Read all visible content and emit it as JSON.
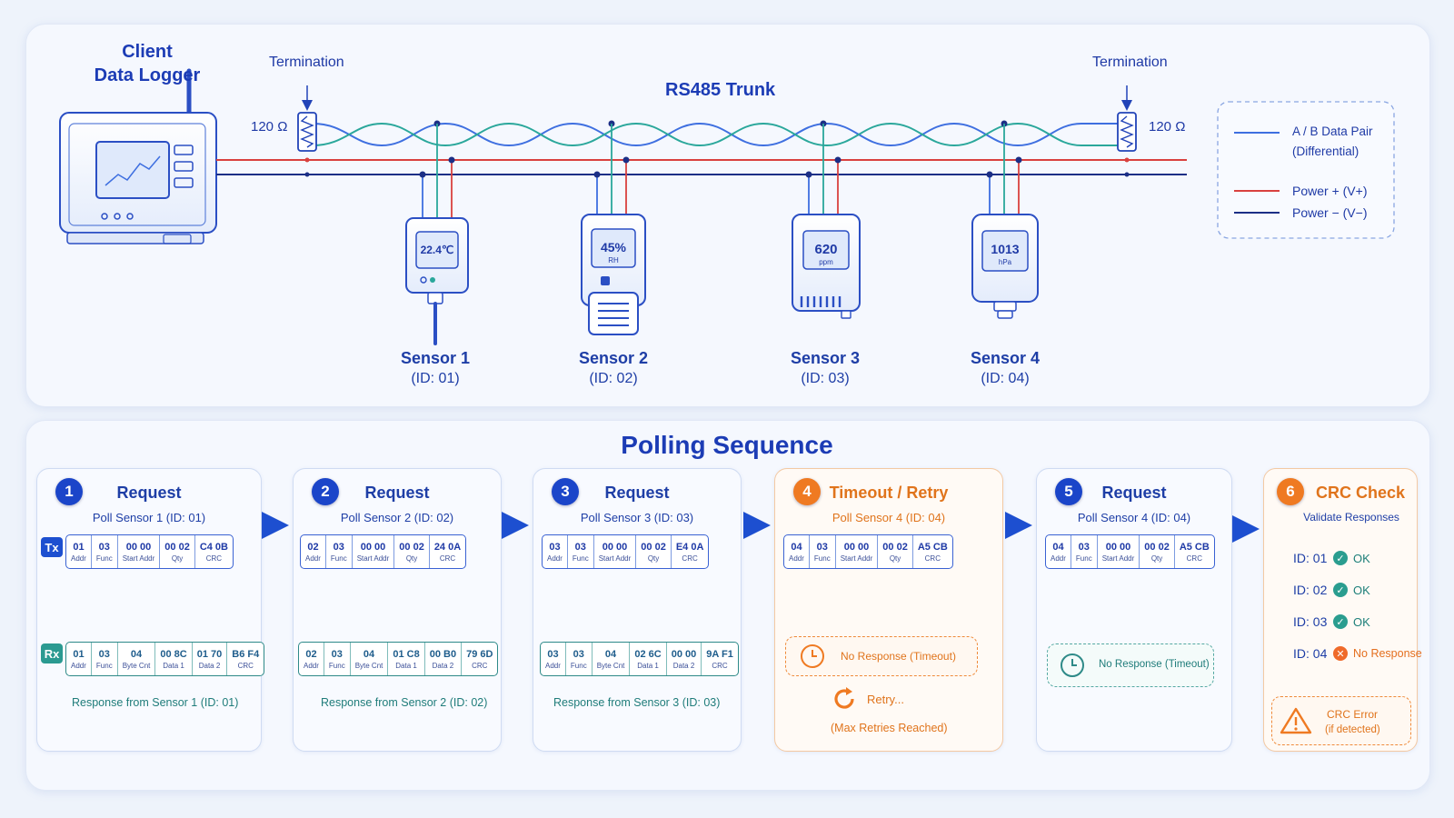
{
  "network": {
    "client_title_line1": "Client",
    "client_title_line2": "Data Logger",
    "trunk_title": "RS485 Trunk",
    "termination_label": "Termination",
    "resistor_label": "120 Ω",
    "sensors": [
      {
        "name": "Sensor 1",
        "id": "(ID: 01)",
        "display": "22.4℃",
        "unit": ""
      },
      {
        "name": "Sensor 2",
        "id": "(ID: 02)",
        "display": "45%",
        "unit": "RH"
      },
      {
        "name": "Sensor 3",
        "id": "(ID: 03)",
        "display": "620",
        "unit": "ppm"
      },
      {
        "name": "Sensor 4",
        "id": "(ID: 04)",
        "display": "1013",
        "unit": "hPa"
      }
    ]
  },
  "legend": {
    "data_pair_line1": "A / B Data Pair",
    "data_pair_line2": "(Differential)",
    "power_plus": "Power + (V+)",
    "power_minus": "Power − (V−)"
  },
  "colors": {
    "data_a": "#3e6fe0",
    "data_b": "#2aa79b",
    "power_plus": "#d9413f",
    "power_minus": "#1c2f86",
    "accent": "#1b45c9",
    "warning": "#ef7a22"
  },
  "sequence": {
    "title": "Polling Sequence",
    "tx_tag": "Tx",
    "rx_tag": "Rx",
    "steps": [
      {
        "num": "1",
        "title": "Request",
        "subtitle": "Poll Sensor 1 (ID: 01)",
        "tx": [
          [
            "01",
            "Addr"
          ],
          [
            "03",
            "Func"
          ],
          [
            "00 00",
            "Start Addr"
          ],
          [
            "00 02",
            "Qty"
          ],
          [
            "C4 0B",
            "CRC"
          ]
        ],
        "rx": [
          [
            "01",
            "Addr"
          ],
          [
            "03",
            "Func"
          ],
          [
            "04",
            "Byte Cnt"
          ],
          [
            "00 8C",
            "Data 1"
          ],
          [
            "01 70",
            "Data 2"
          ],
          [
            "B6 F4",
            "CRC"
          ]
        ],
        "response": "Response from Sensor 1 (ID: 01)"
      },
      {
        "num": "2",
        "title": "Request",
        "subtitle": "Poll Sensor 2 (ID: 02)",
        "tx": [
          [
            "02",
            "Addr"
          ],
          [
            "03",
            "Func"
          ],
          [
            "00 00",
            "Start Addr"
          ],
          [
            "00 02",
            "Qty"
          ],
          [
            "24 0A",
            "CRC"
          ]
        ],
        "rx": [
          [
            "02",
            "Addr"
          ],
          [
            "03",
            "Func"
          ],
          [
            "04",
            "Byte Cnt"
          ],
          [
            "01 C8",
            "Data 1"
          ],
          [
            "00 B0",
            "Data 2"
          ],
          [
            "79 6D",
            "CRC"
          ]
        ],
        "response": "Response from Sensor 2 (ID: 02)"
      },
      {
        "num": "3",
        "title": "Request",
        "subtitle": "Poll Sensor 3 (ID: 03)",
        "tx": [
          [
            "03",
            "Addr"
          ],
          [
            "03",
            "Func"
          ],
          [
            "00 00",
            "Start Addr"
          ],
          [
            "00 02",
            "Qty"
          ],
          [
            "E4 0A",
            "CRC"
          ]
        ],
        "rx": [
          [
            "03",
            "Addr"
          ],
          [
            "03",
            "Func"
          ],
          [
            "04",
            "Byte Cnt"
          ],
          [
            "02 6C",
            "Data 1"
          ],
          [
            "00 00",
            "Data 2"
          ],
          [
            "9A F1",
            "CRC"
          ]
        ],
        "response": "Response from Sensor 3 (ID: 03)"
      },
      {
        "num": "4",
        "title": "Timeout / Retry",
        "subtitle": "Poll Sensor 4 (ID: 04)",
        "tx": [
          [
            "04",
            "Addr"
          ],
          [
            "03",
            "Func"
          ],
          [
            "00 00",
            "Start Addr"
          ],
          [
            "00 02",
            "Qty"
          ],
          [
            "A5 CB",
            "CRC"
          ]
        ],
        "status": "No Response (Timeout)",
        "retry": "Retry...",
        "retry_note": "(Max Retries Reached)"
      },
      {
        "num": "5",
        "title": "Request",
        "subtitle": "Poll Sensor 4 (ID: 04)",
        "tx": [
          [
            "04",
            "Addr"
          ],
          [
            "03",
            "Func"
          ],
          [
            "00 00",
            "Start Addr"
          ],
          [
            "00 02",
            "Qty"
          ],
          [
            "A5 CB",
            "CRC"
          ]
        ],
        "status": "No Response (Timeout)"
      },
      {
        "num": "6",
        "title": "CRC Check",
        "subtitle": "Validate Responses",
        "results": [
          {
            "id": "ID: 01",
            "status": "OK"
          },
          {
            "id": "ID: 02",
            "status": "OK"
          },
          {
            "id": "ID: 03",
            "status": "OK"
          },
          {
            "id": "ID: 04",
            "status": "No Response"
          }
        ],
        "error_line1": "CRC Error",
        "error_line2": "(if detected)"
      }
    ]
  }
}
